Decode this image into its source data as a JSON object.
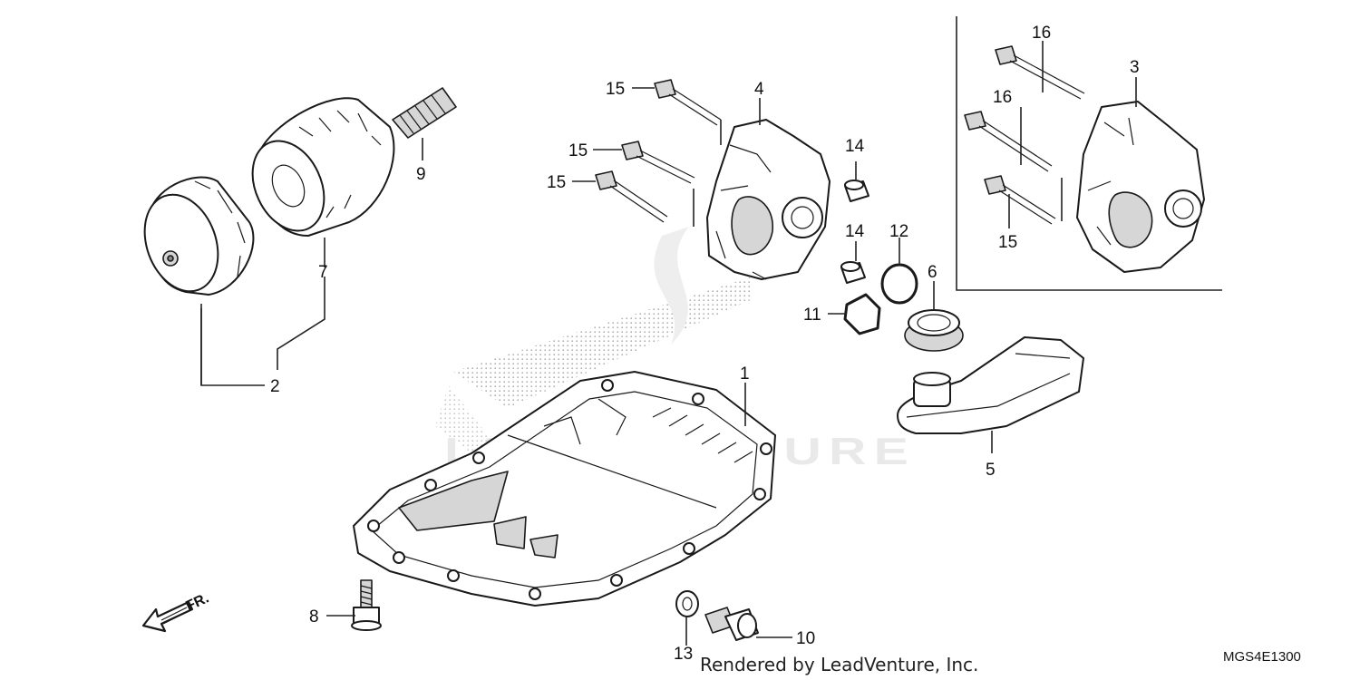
{
  "diagram": {
    "watermark_text": "LEADVENTURE",
    "credit": "Rendered by LeadVenture, Inc.",
    "diagram_code": "MGS4E1300",
    "front_marker": "FR.",
    "callouts": {
      "c1": "1",
      "c2": "2",
      "c3": "3",
      "c4": "4",
      "c5": "5",
      "c6": "6",
      "c7": "7",
      "c8": "8",
      "c9": "9",
      "c10": "10",
      "c11": "11",
      "c12": "12",
      "c13": "13",
      "c14a": "14",
      "c14b": "14",
      "c15a": "15",
      "c15b": "15",
      "c15c": "15",
      "c15d": "15",
      "c16a": "16",
      "c16b": "16"
    }
  }
}
